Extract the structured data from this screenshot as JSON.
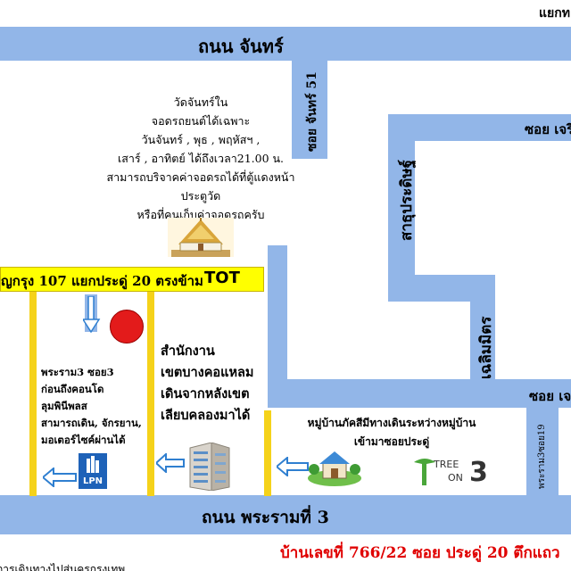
{
  "top_right_label": "แยกท",
  "roads": {
    "chan_road": "ถนน จันทร์",
    "soi_chan_51": "ซอย จันทร์ 51",
    "soi_charoen": "ซอย เจริ",
    "sathu_pradit": "สาธุประดิษฐ์",
    "chaloem_mitr": "เฉลิมมิตร",
    "soi_charoen_lower": "ซอย เจ",
    "rama3_soi19": "พระราม3ซอย19",
    "rama3_road": "ถนน พระรามที่ 3"
  },
  "temple_note": [
    "วัดจันทร์ใน",
    "จอดรถยนต์ได้เฉพาะ",
    "วันจันทร์ , พุธ , พฤหัสฯ ,",
    "เสาร์ , อาทิตย์ ได้ถึงเวลา21.00 น.",
    "สามารถบริจาคค่าจอดรถได้ที่ตู้แดงหน้าประตูวัด",
    "หรือที่คนเก็บค่าจอดรถครับ"
  ],
  "banner": {
    "text": "ญกรุง 107 แยกประดู่ 20 ตรงข้าม ",
    "highlight": "TOT"
  },
  "district_office_note": [
    "สำนักงาน",
    "เขตบางคอแหลม",
    "เดินจากหลังเขต",
    "เลียบคลองมาได้"
  ],
  "rama3_soi3_note": [
    "พระราม3 ซอย3",
    "ก่อนถึงคอนโด",
    "ลุมพินีพลส",
    "สามารถเดิน, จักรยาน,",
    "มอเตอร์ไซค์ผ่านได้"
  ],
  "village_note": [
    "หมู่บ้านภัคสีมีทางเดินระหว่างหมู่บ้าน",
    "เข้ามาซอยประดู่"
  ],
  "lpn_logo_text": "LPN",
  "tree_logo": {
    "line1": "TREE",
    "line2": "ON",
    "number": "3"
  },
  "address": "บ้านเลขที่ 766/22 ซอย ประดู่ 20 ตึกแถว",
  "bottom_cut_text": "การเดินทางไปสู่นครกรุงเทพ",
  "colors": {
    "road": "#92b6e8",
    "yellow": "#f5d21a",
    "banner": "#ffff00",
    "marker": "#e31b1b",
    "address": "#e00000",
    "arrow": "#2f7fd0",
    "tree_green": "#4aa63a"
  },
  "icons": [
    "temple-icon",
    "lpn-logo-icon",
    "building-icon",
    "house-icon",
    "tree-on-3-logo"
  ]
}
